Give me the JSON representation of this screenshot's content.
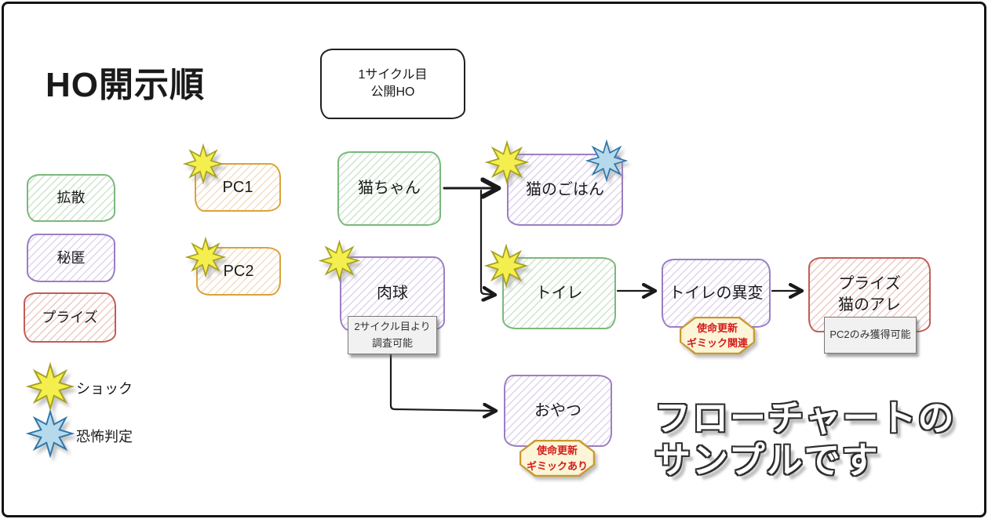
{
  "title": "HO開示順",
  "colors": {
    "diffuse_green": "#7cb87c",
    "secret_purple": "#9b7ec3",
    "prize_red": "#c35d55",
    "pc_orange": "#dba23a",
    "shock_yellow": "#f4ef4e",
    "fear_blue": "#b6daec",
    "badge_bg": "#fdf5d7",
    "badge_border": "#c9992e",
    "badge_text": "#d31c1c",
    "ink": "#1a1a1a"
  },
  "start_node": {
    "line1": "1サイクル目",
    "line2": "公開HO"
  },
  "legend": {
    "diffuse": "拡散",
    "secret": "秘匿",
    "prize": "プライズ",
    "shock": "ショック",
    "fear": "恐怖判定"
  },
  "pc_nodes": {
    "pc1": "PC1",
    "pc2": "PC2"
  },
  "nodes": {
    "cat": "猫ちゃん",
    "food": "猫のごはん",
    "paw": "肉球",
    "toilet": "トイレ",
    "toilet_change": "トイレの異変",
    "prize_line1": "プライズ",
    "prize_line2": "猫のアレ",
    "snack": "おやつ"
  },
  "notes": {
    "paw_line1": "2サイクル目より",
    "paw_line2": "調査可能",
    "prize": "PC2のみ獲得可能"
  },
  "badges": {
    "toilet_line1": "使命更新",
    "toilet_line2": "ギミック関連",
    "snack_line1": "使命更新",
    "snack_line2": "ギミックあり"
  },
  "watermark": {
    "line1": "フローチャートの",
    "line2": "サンプルです"
  }
}
